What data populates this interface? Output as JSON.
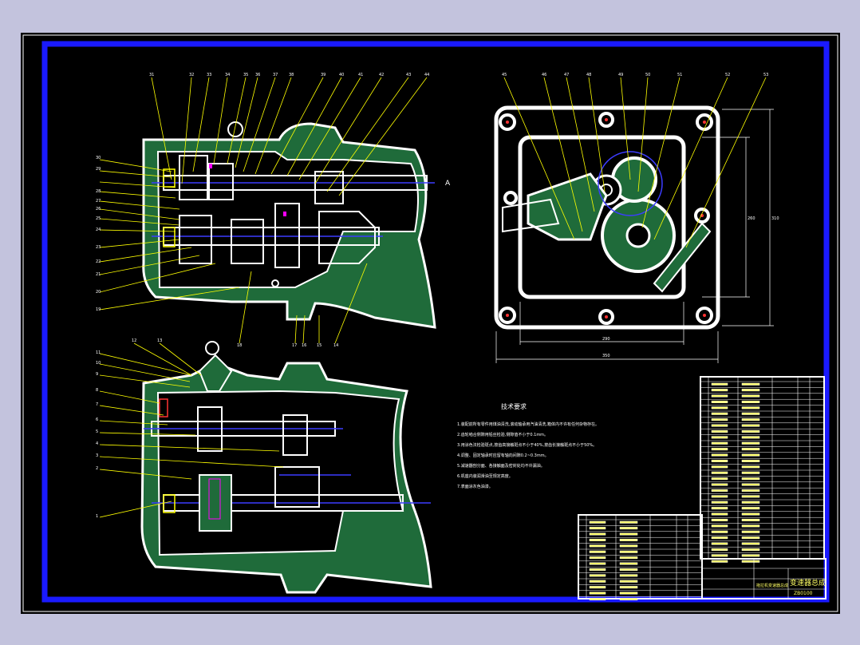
{
  "viewer": {
    "background_color": "#c3c3dd",
    "sheet_color": "#000000",
    "frame_color": "#1a1aff",
    "line_colors": {
      "outline": "#ffffff",
      "hatch": "#1f6b3a",
      "leader": "#ffff00",
      "center": "#3c3cff",
      "accent": "#ff00ff",
      "red": "#ff3333"
    }
  },
  "drawing": {
    "notes_title": "技术要求",
    "notes": [
      "1.装配前所有零件用煤油清洗,滚动轴承用汽油清洗,箱体内不许有任何杂物存在。",
      "2.齿轮啮合侧隙用铅丝检验,侧隙值不小于0.1mm。",
      "3.用涂色法检验斑点,按齿高接触斑点不小于40%,按齿长接触斑点不小于50%。",
      "4.调整、固定轴承时应留有轴向间隙0.2~0.3mm。",
      "5.减速器剖分面、各接触面及密封处均不许漏油。",
      "6.机座内装润滑油至规定高度。",
      "7.表面涂灰色油漆。"
    ],
    "title_block": {
      "name": "变速器总成",
      "code": "ZB0100",
      "subtitle": "拖拉机变速器总成"
    }
  }
}
